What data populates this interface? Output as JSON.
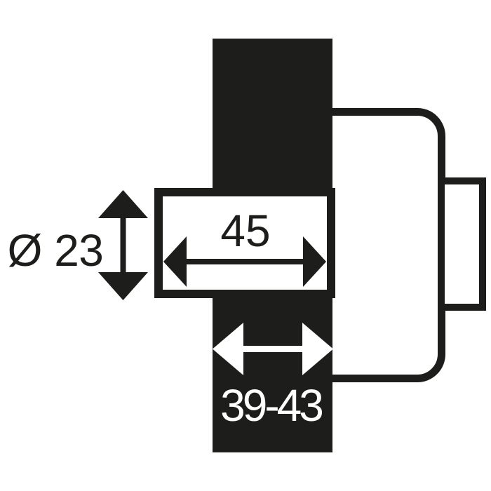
{
  "colors": {
    "ink": "#1d1d1b",
    "background": "#ffffff"
  },
  "drawing": {
    "type": "technical-dimension-diagram",
    "dimensions": {
      "diameter": {
        "label": "Ø 23",
        "icon": "vertical-double-arrow-icon"
      },
      "length": {
        "label": "45",
        "icon": "horizontal-double-arrow-icon"
      },
      "backset": {
        "label": "39-43",
        "icon": "horizontal-double-arrow-icon"
      }
    }
  }
}
